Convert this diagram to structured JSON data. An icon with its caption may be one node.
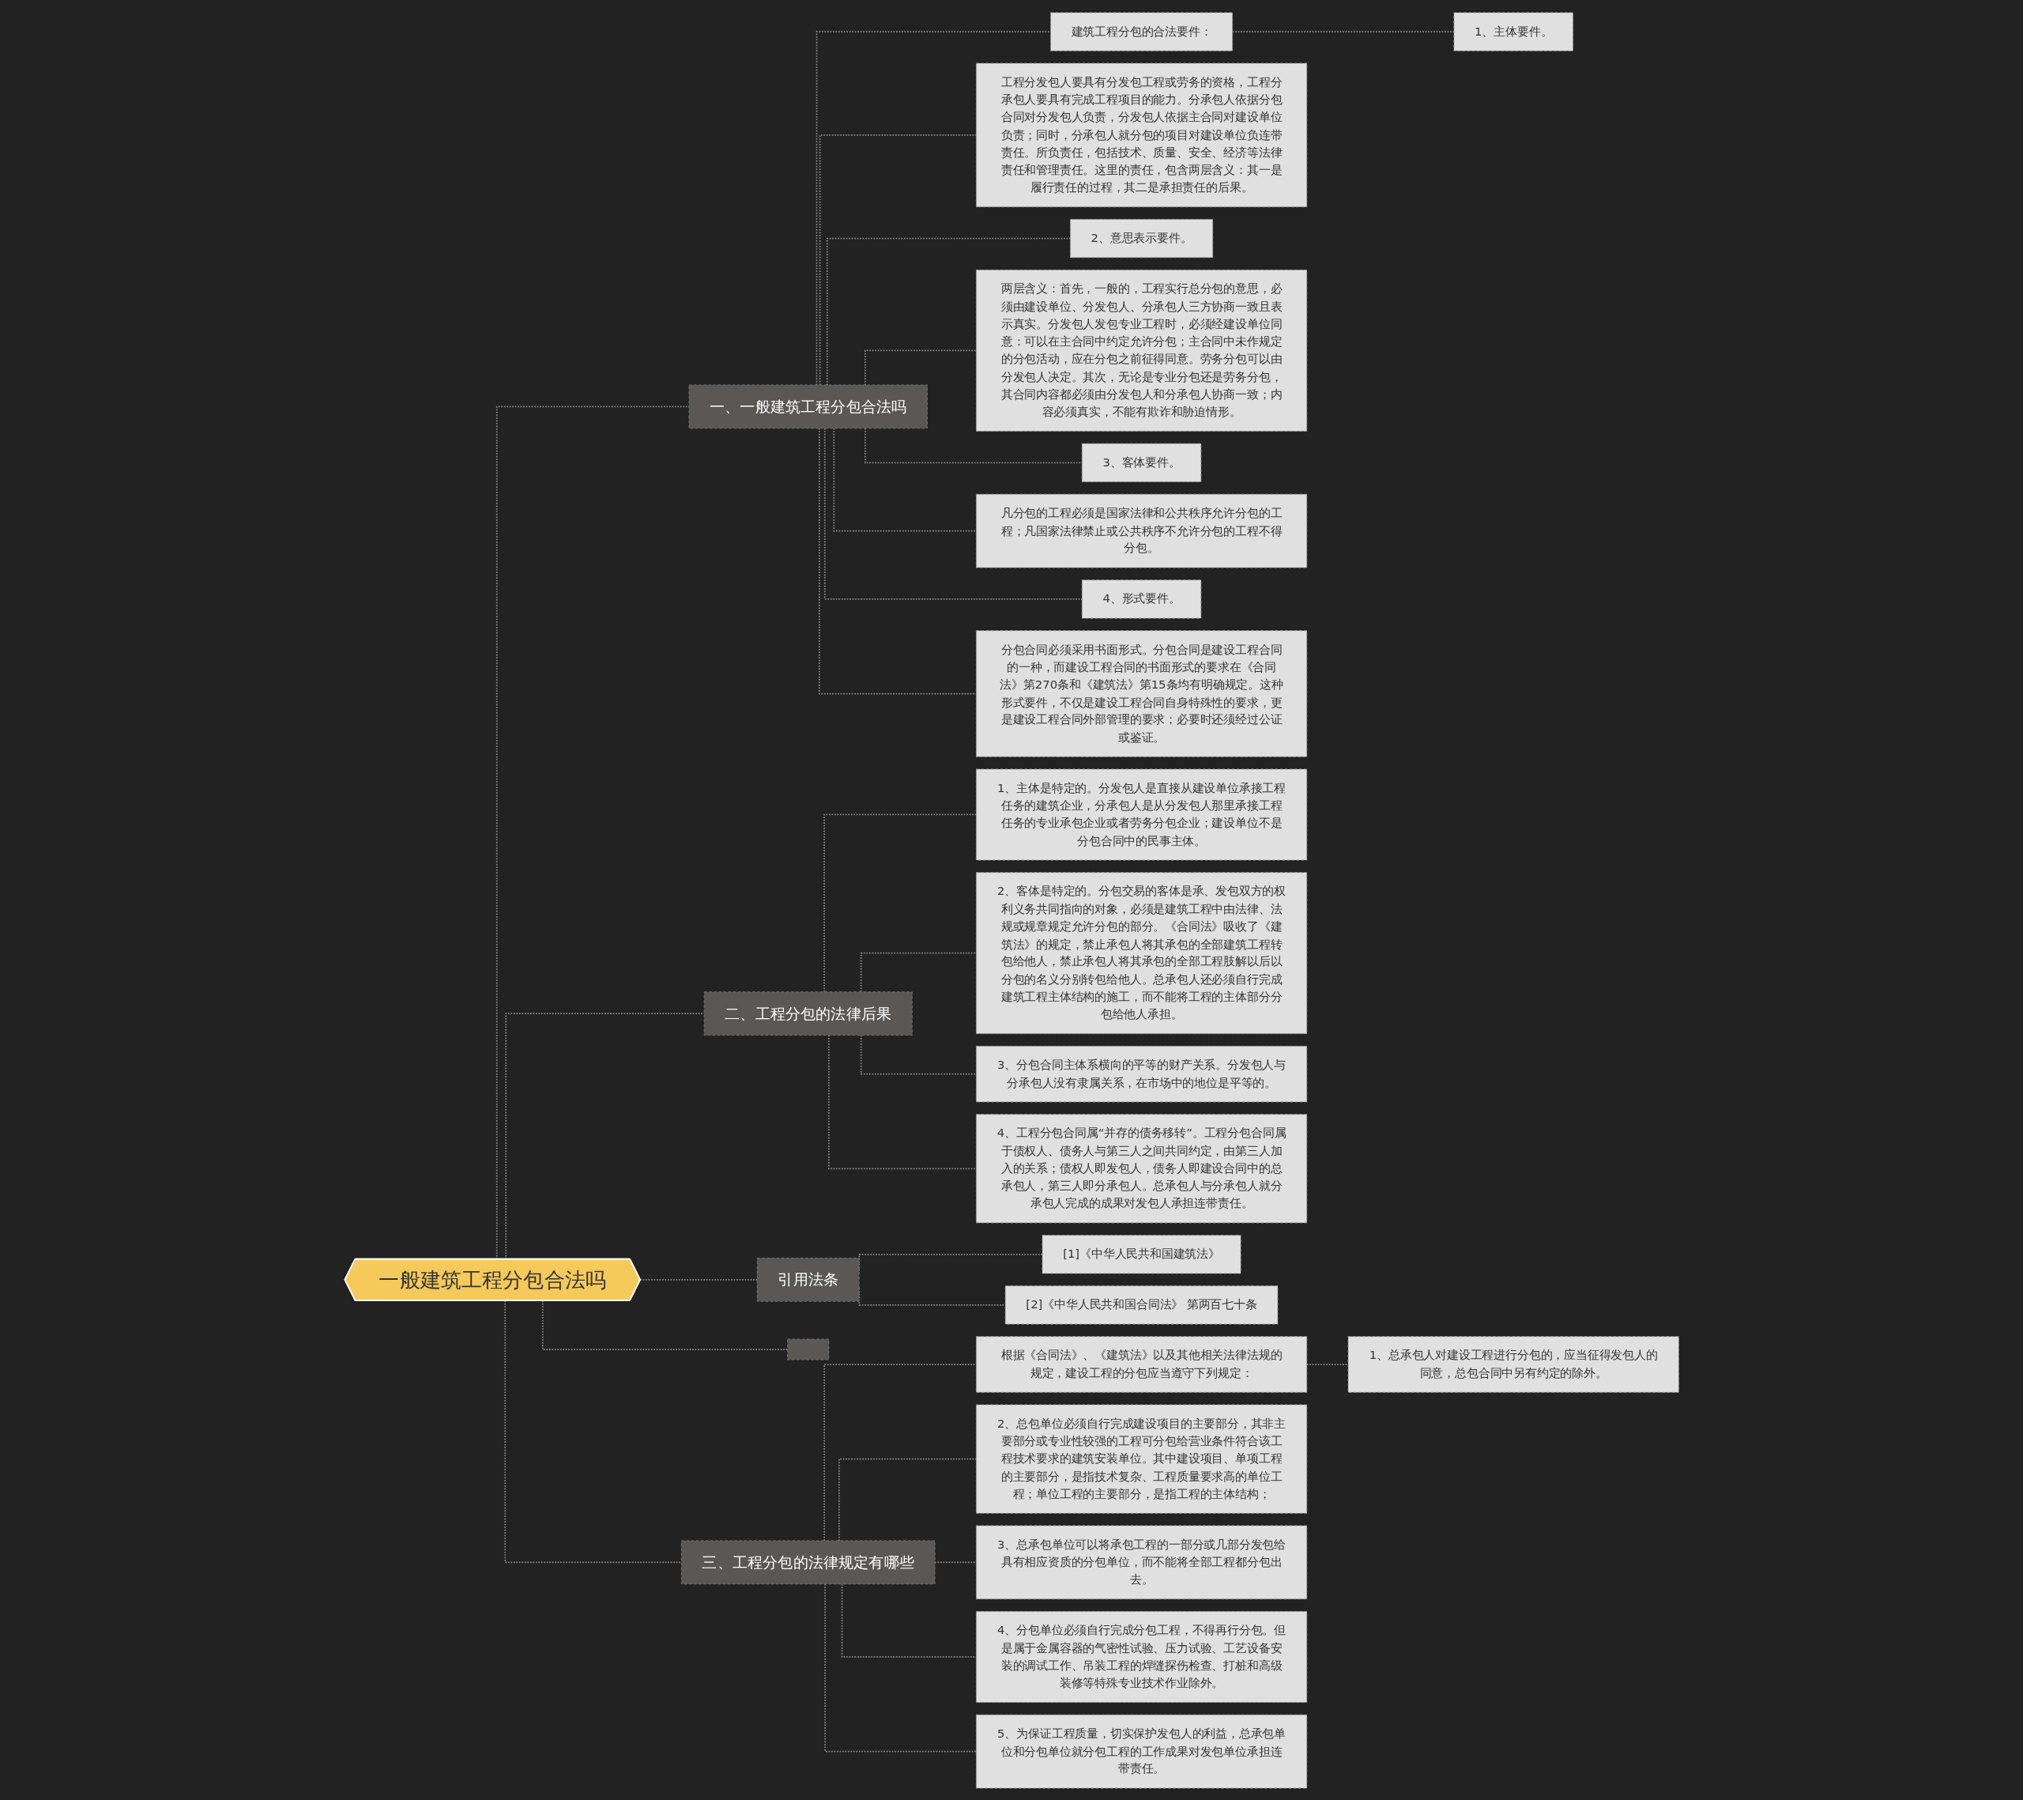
{
  "diagram": {
    "nodes": [
      {
        "text": [
          "一般建筑工程分包合法吗"
        ]
      },
      {
        "text": [
          "一、一般建筑工程分包合法吗"
        ]
      },
      {
        "text": [
          "建筑工程分包的合法要件："
        ]
      },
      {
        "text": [
          "1、主体要件。"
        ]
      },
      {
        "text": [
          "工程分发包人要具有分发包工程或劳务的资格，工程分承包人要具有完成工程项目的能力。分承包人依据分包合同对分发包人负责，分发包人依据主合同对建设单位负责；同时，分承包人就分包的项目对建设单位负连带责任。所负责任，包括技术、质量、安全、经济等法律责任和管理责任。这里的责任，包含两层含义：其一是履行责任的过程，其二是承担责任的后果。"
        ]
      },
      {
        "text": [
          "2、意思表示要件。"
        ]
      },
      {
        "text": [
          "两层含义：首先，一般的，工程实行总分包的意思，必须由建设单位、分发包人、分承包人三方协商一致且表示真实。分发包人发包专业工程时，必须经建设单位同意：可以在主合同中约定允许分包；主合同中未作规定的分包活动，应在分包之前征得同意。劳务分包可以由分发包人决定。其次，无论是专业分包还是劳务分包，其合同内容都必须由分发包人和分承包人协商一致；内容必须真实，不能有欺诈和胁迫情形。"
        ]
      },
      {
        "text": [
          "3、客体要件。"
        ]
      },
      {
        "text": [
          "凡分包的工程必须是国家法律和公共秩序允许分包的工程；凡国家法律禁止或公共秩序不允许分包的工程不得分包。"
        ]
      },
      {
        "text": [
          "4、形式要件。"
        ]
      },
      {
        "text": [
          "分包合同必须采用书面形式。分包合同是建设工程合同的一种，而建设工程合同的书面形式的要求在《合同法》第270条和《建筑法》第15条均有明确规定。这种形式要件，不仅是建设工程合同自身特殊性的要求，更是建设工程合同外部管理的要求；必要时还须经过公证或鉴证。"
        ]
      },
      {
        "text": [
          "二、工程分包的法律后果"
        ]
      },
      {
        "text": [
          "1、主体是特定的。分发包人是直接从建设单位承接工程任务的建筑企业，分承包人是从分发包人那里承接工程任务的专业承包企业或者劳务分包企业；建设单位不是分包合同中的民事主体。"
        ]
      },
      {
        "text": [
          "2、客体是特定的。分包交易的客体是承、发包双方的权利义务共同指向的对象，必须是建筑工程中由法律、法规或规章规定允许分包的部分。《合同法》吸收了《建筑法》的规定，禁止承包人将其承包的全部建筑工程转包给他人，禁止承包人将其承包的全部工程肢解以后以分包的名义分别转包给他人。总承包人还必须自行完成建筑工程主体结构的施工，而不能将工程的主体部分分包给他人承担。"
        ]
      },
      {
        "text": [
          "3、分包合同主体系横向的平等的财产关系。分发包人与分承包人没有隶属关系，在市场中的地位是平等的。"
        ]
      },
      {
        "text": [
          "4、工程分包合同属“并存的债务移转”。工程分包合同属于债权人、债务人与第三人之间共同约定，由第三人加入的关系；债权人即发包人，债务人即建设合同中的总承包人，第三人即分承包人。总承包人与分承包人就分承包人完成的成果对发包人承担连带责任。"
        ]
      },
      {
        "text": [
          "引用法条"
        ]
      },
      {
        "text": [
          "[1]《中华人民共和国建筑法》"
        ]
      },
      {
        "text": [
          "[2]《中华人民共和国合同法》 第两百七十条"
        ]
      },
      {
        "text": [],
        "shape": "box"
      },
      {
        "text": [
          "三、工程分包的法律规定有哪些"
        ]
      },
      {
        "text": [
          "根据《合同法》、《建筑法》以及其他相关法律法规的规定，建设工程的分包应当遵守下列规定："
        ]
      },
      {
        "text": [
          "1、总承包人对建设工程进行分包的，应当征得发包人的同意，总包合同中另有约定的除外。"
        ]
      },
      {
        "text": [
          "2、总包单位必须自行完成建设项目的主要部分，其非主要部分或专业性较强的工程可分包给营业条件符合该工程技术要求的建筑安装单位。其中建设项目、单项工程的主要部分，是指技术复杂、工程质量要求高的单位工程；单位工程的主要部分，是指工程的主体结构；"
        ]
      },
      {
        "text": [
          "3、总承包单位可以将承包工程的一部分或几部分发包给具有相应资质的分包单位，而不能将全部工程都分包出去。"
        ]
      },
      {
        "text": [
          "4、分包单位必须自行完成分包工程，不得再行分包。但是属于金属容器的气密性试验、压力试验、工艺设备安装的调试工作、吊装工程的焊缝探伤检查、打桩和高级装修等特殊专业技术作业除外。"
        ]
      },
      {
        "text": [
          "5、为保证工程质量，切实保护发包人的利益，总承包单位和分包单位就分包工程的工作成果对发包单位承担连带责任。"
        ]
      }
    ],
    "edges": [
      {
        "from": 0,
        "to": 1,
        "arrow": "none",
        "style": "dashed"
      },
      {
        "from": 1,
        "to": 2,
        "arrow": "none",
        "style": "dashed"
      },
      {
        "from": 2,
        "to": 3,
        "arrow": "none",
        "style": "dashed"
      },
      {
        "from": 1,
        "to": 4,
        "arrow": "none",
        "style": "dashed"
      },
      {
        "from": 1,
        "to": 5,
        "arrow": "none",
        "style": "dashed"
      },
      {
        "from": 1,
        "to": 6,
        "arrow": "none",
        "style": "dashed"
      },
      {
        "from": 1,
        "to": 7,
        "arrow": "none",
        "style": "dashed"
      },
      {
        "from": 1,
        "to": 8,
        "arrow": "none",
        "style": "dashed"
      },
      {
        "from": 1,
        "to": 9,
        "arrow": "none",
        "style": "dashed"
      },
      {
        "from": 1,
        "to": 10,
        "arrow": "none",
        "style": "dashed"
      },
      {
        "from": 0,
        "to": 11,
        "arrow": "none",
        "style": "dashed"
      },
      {
        "from": 11,
        "to": 12,
        "arrow": "none",
        "style": "dashed"
      },
      {
        "from": 11,
        "to": 13,
        "arrow": "none",
        "style": "dashed"
      },
      {
        "from": 11,
        "to": 14,
        "arrow": "none",
        "style": "dashed"
      },
      {
        "from": 11,
        "to": 15,
        "arrow": "none",
        "style": "dashed"
      },
      {
        "from": 0,
        "to": 16,
        "arrow": "none",
        "style": "dashed"
      },
      {
        "from": 16,
        "to": 17,
        "arrow": "none",
        "style": "dashed"
      },
      {
        "from": 16,
        "to": 18,
        "arrow": "none",
        "style": "dashed"
      },
      {
        "from": 0,
        "to": 19,
        "arrow": "none",
        "style": "dashed"
      },
      {
        "from": 0,
        "to": 20,
        "arrow": "none",
        "style": "dashed"
      },
      {
        "from": 20,
        "to": 21,
        "arrow": "none",
        "style": "dashed"
      },
      {
        "from": 21,
        "to": 22,
        "arrow": "none",
        "style": "dashed"
      },
      {
        "from": 20,
        "to": 23,
        "arrow": "none",
        "style": "dashed"
      },
      {
        "from": 20,
        "to": 24,
        "arrow": "none",
        "style": "dashed"
      },
      {
        "from": 20,
        "to": 25,
        "arrow": "none",
        "style": "dashed"
      },
      {
        "from": 20,
        "to": 26,
        "arrow": "none",
        "style": "dashed"
      }
    ]
  }
}
